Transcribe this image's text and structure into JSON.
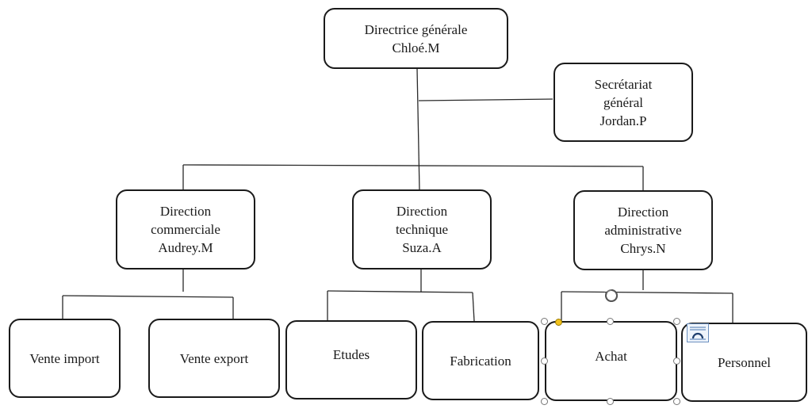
{
  "org_chart": {
    "nodes": [
      {
        "id": "dg",
        "lines": [
          "Directrice générale",
          "Chloé.M"
        ]
      },
      {
        "id": "sec",
        "lines": [
          "Secrétariat",
          "général",
          "Jordan.P"
        ]
      },
      {
        "id": "com",
        "lines": [
          "Direction",
          "commerciale",
          "Audrey.M"
        ]
      },
      {
        "id": "tech",
        "lines": [
          "Direction",
          "technique",
          "Suza.A"
        ]
      },
      {
        "id": "adm",
        "lines": [
          "Direction",
          "administrative",
          "Chrys.N"
        ]
      },
      {
        "id": "vimp",
        "lines": [
          "Vente import"
        ]
      },
      {
        "id": "vexp",
        "lines": [
          "Vente export"
        ]
      },
      {
        "id": "etu",
        "lines": [
          "Etudes"
        ]
      },
      {
        "id": "fab",
        "lines": [
          "Fabrication"
        ]
      },
      {
        "id": "ach",
        "lines": [
          "Achat"
        ],
        "selected": true
      },
      {
        "id": "per",
        "lines": [
          "Personnel"
        ]
      }
    ],
    "edges": [
      [
        "dg",
        "sec"
      ],
      [
        "dg",
        "com"
      ],
      [
        "dg",
        "tech"
      ],
      [
        "dg",
        "adm"
      ],
      [
        "com",
        "vimp"
      ],
      [
        "com",
        "vexp"
      ],
      [
        "tech",
        "etu"
      ],
      [
        "tech",
        "fab"
      ],
      [
        "adm",
        "ach"
      ],
      [
        "adm",
        "per"
      ]
    ]
  },
  "icons": {
    "rotate_handle": "rotate-icon",
    "layout_options": "layout-options-icon"
  },
  "colors": {
    "line": "#1a1a1a",
    "handle_accent": "#f2c21b"
  }
}
